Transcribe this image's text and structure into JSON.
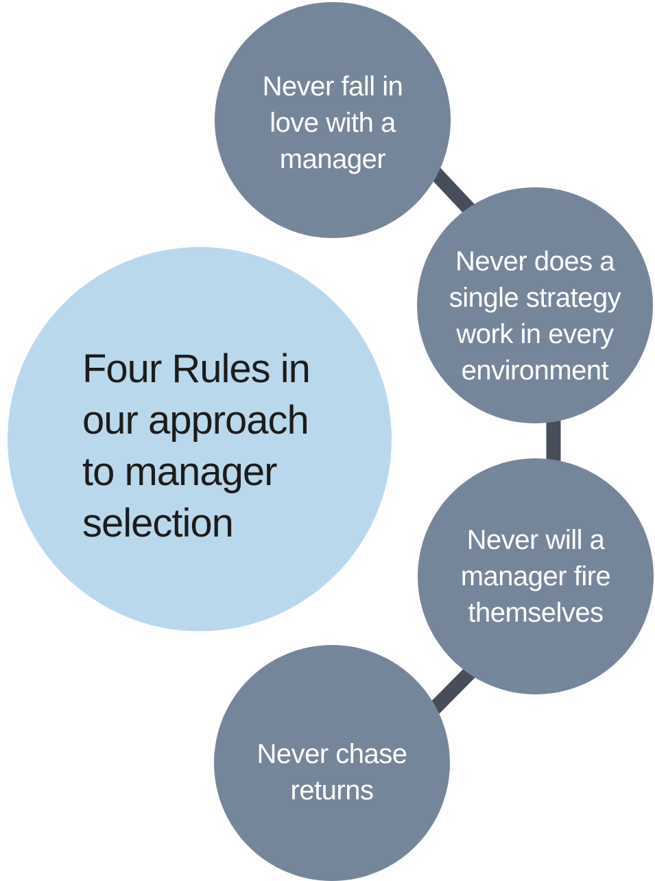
{
  "diagram": {
    "center_circle": {
      "lines": [
        "Four Rules in",
        "our approach",
        "to manager",
        "selection"
      ]
    },
    "rules": [
      {
        "lines": [
          "Never fall in",
          "love with a",
          "manager"
        ]
      },
      {
        "lines": [
          "Never does a",
          "single strategy",
          "work in every",
          "environment"
        ]
      },
      {
        "lines": [
          "Never will a",
          "manager fire",
          "themselves"
        ]
      },
      {
        "lines": [
          "Never chase",
          "returns"
        ]
      }
    ]
  },
  "colors": {
    "background": "#FFFFFF",
    "rule_circle_fill": "#76869A",
    "rule_text": "#FFFFFF",
    "center_circle_fill": "#BAD8EC",
    "center_text": "#1C1C1C",
    "connector": "#484E59"
  }
}
